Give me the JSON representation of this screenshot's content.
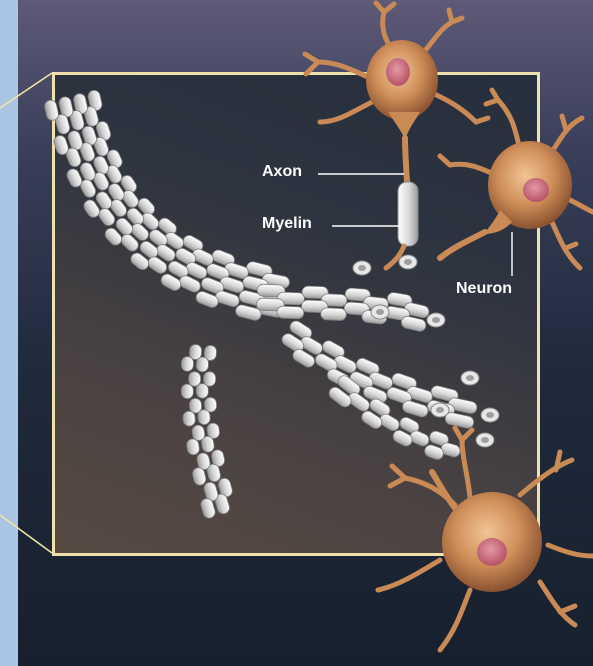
{
  "labels": {
    "axon": "Axon",
    "myelin": "Myelin",
    "neuron": "Neuron"
  },
  "colors": {
    "frame_border": "#efe1ae",
    "callout_line": "#f0e4a8",
    "soma": "#c98a55",
    "nucleus": "#c36a7a",
    "myelin": "#dedede",
    "label_text": "#ffffff"
  }
}
